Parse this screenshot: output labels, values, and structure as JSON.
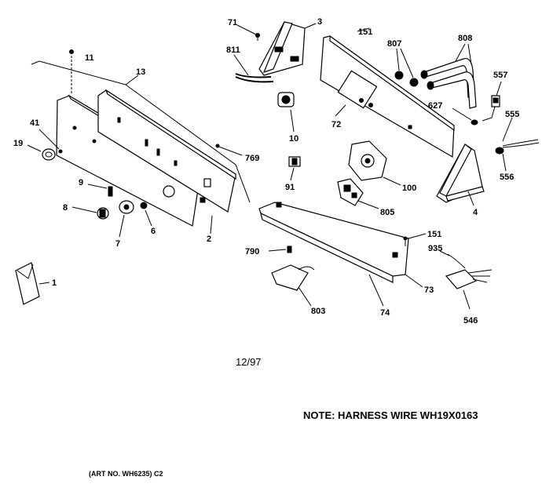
{
  "labels": {
    "p1": "1",
    "p2": "2",
    "p3": "3",
    "p4": "4",
    "p6": "6",
    "p7": "7",
    "p8": "8",
    "p9": "9",
    "p10": "10",
    "p11": "11",
    "p13": "13",
    "p19": "19",
    "p41": "41",
    "p71": "71",
    "p72": "72",
    "p73": "73",
    "p74": "74",
    "p91": "91",
    "p100": "100",
    "p151a": "151",
    "p151b": "151",
    "p546": "546",
    "p555": "555",
    "p556": "556",
    "p557": "557",
    "p627": "627",
    "p769": "769",
    "p790": "790",
    "p803": "803",
    "p805": "805",
    "p807": "807",
    "p808": "808",
    "p811": "811",
    "p935": "935"
  },
  "date": "12/97",
  "note": "NOTE: HARNESS WIRE WH19X0163",
  "art_no": "(ART NO. WH6235) C2"
}
